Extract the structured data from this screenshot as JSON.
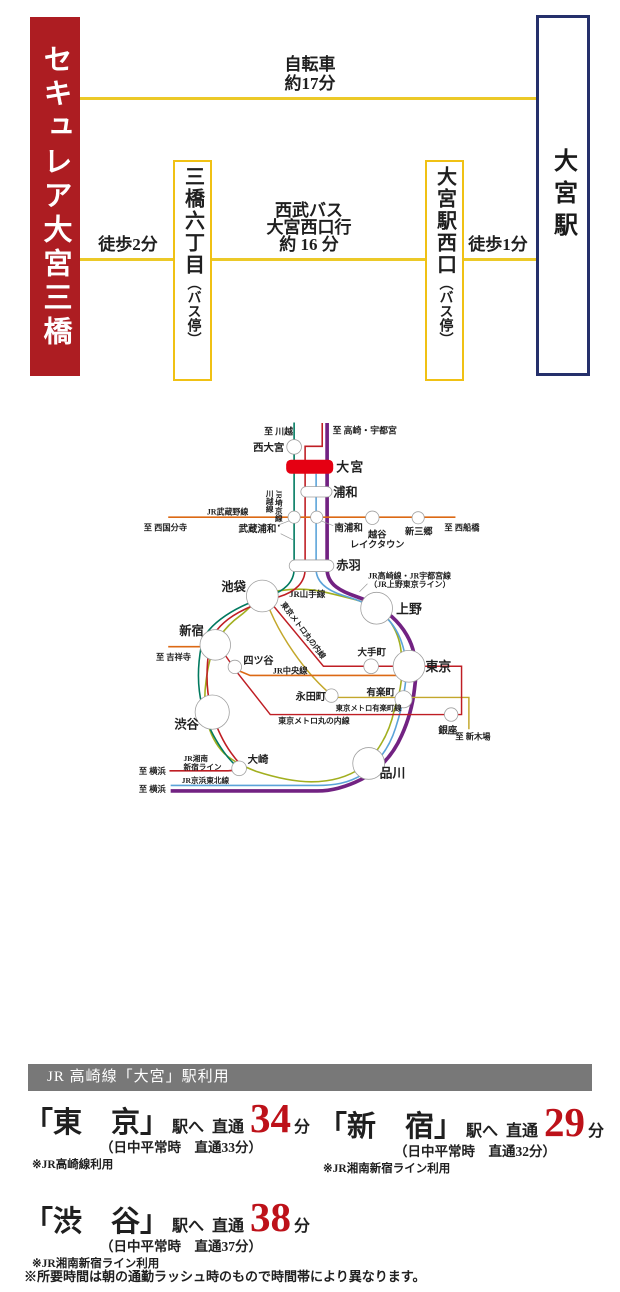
{
  "access": {
    "property": "セキュレア大宮三橋",
    "station": "大宮駅",
    "bike_line1": "自転車",
    "bike_line2": "約17分",
    "walk1": "徒歩2分",
    "bus_stop1_name": "三橋六丁目",
    "bus_stop1_suffix": "（バス停）",
    "bus_line1": "西武バス",
    "bus_line2": "大宮西口行",
    "bus_line3": "約 16 分",
    "bus_stop2_name": "大宮駅西口",
    "bus_stop2_suffix": "（バス停）",
    "walk2": "徒歩1分"
  },
  "map": {
    "colors": {
      "teal": "#00795f",
      "red": "#bf1e24",
      "olive": "#a2af1f",
      "blue": "#5ba3d9",
      "purple": "#722282",
      "orange": "#dc6914",
      "gold": "#c3a72b",
      "omiya_red": "#e50012",
      "pointer": "#999999",
      "station_stroke": "#a0a0a0"
    },
    "stations": {
      "omiya": "大宮",
      "nishi_omiya": "西大宮",
      "urawa": "浦和",
      "musashi_urawa": "武蔵浦和",
      "minami_urawa": "南浦和",
      "koshigaya1": "越谷",
      "koshigaya2": "レイクタウン",
      "shin_misato": "新三郷",
      "akabane": "赤羽",
      "ikebukuro": "池袋",
      "shinjuku": "新宿",
      "yotsuya": "四ツ谷",
      "nagatacho": "永田町",
      "otemachi": "大手町",
      "ueno": "上野",
      "tokyo": "東京",
      "yurakucho": "有楽町",
      "ginza": "銀座",
      "shibuya": "渋谷",
      "osaki": "大崎",
      "shinagawa": "品川"
    },
    "directions": {
      "to_kawagoe": "至 川越",
      "to_takasaki": "至 高崎・宇都宮",
      "to_nishikokubunji": "至 西国分寺",
      "to_nishifunabashi": "至 西船橋",
      "to_kichijoji": "至 吉祥寺",
      "to_shinkiba": "至 新木場",
      "to_yokohama1": "至 横浜",
      "to_yokohama2": "至 横浜"
    },
    "lines": {
      "saikyo_col1": "JR埼京線・",
      "saikyo_col2": "川越線",
      "musashino": "JR武蔵野線",
      "yamanote": "JR山手線",
      "chuo": "JR中央線",
      "marunouchi_diag": "東京メトロ丸の内線",
      "marunouchi_bottom": "東京メトロ丸の内線",
      "yurakucho_line": "東京メトロ有楽町線",
      "takasaki_line1": "JR高崎線・JR宇都宮線",
      "takasaki_line2": "（JR上野東京ライン）",
      "shonan1": "JR湘南",
      "shonan2": "新宿ライン",
      "keihin": "JR京浜東北線"
    }
  },
  "info": {
    "header": "JR 高崎線「大宮」駅利用",
    "routes": [
      {
        "dest": "「東　京」",
        "eki": "駅へ",
        "chokutsu": "直通",
        "minutes": "34",
        "unit": "分",
        "sub": "（日中平常時　直通33分）",
        "note": "※JR高崎線利用"
      },
      {
        "dest": "「新　宿」",
        "eki": "駅へ",
        "chokutsu": "直通",
        "minutes": "29",
        "unit": "分",
        "sub": "（日中平常時　直通32分）",
        "note": "※JR湘南新宿ライン利用"
      },
      {
        "dest": "「渋　谷」",
        "eki": "駅へ",
        "chokutsu": "直通",
        "minutes": "38",
        "unit": "分",
        "sub": "（日中平常時　直通37分）",
        "note": "※JR湘南新宿ライン利用"
      }
    ],
    "footnote": "※所要時間は朝の通勤ラッシュ時のもので時間帯により異なります。"
  }
}
